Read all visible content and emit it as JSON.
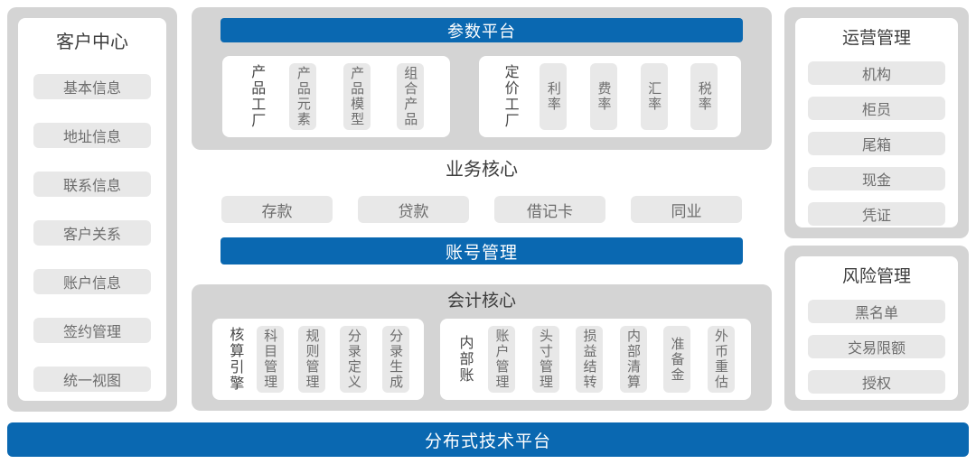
{
  "colors": {
    "accent_blue": "#0a68b1",
    "container_gray": "#d4d4d4",
    "pill_gray": "#e8e8e8"
  },
  "customer_center": {
    "title": "客户中心",
    "items": [
      "基本信息",
      "地址信息",
      "联系信息",
      "客户关系",
      "账户信息",
      "签约管理",
      "统一视图"
    ]
  },
  "param_platform": {
    "header": "参数平台",
    "product_factory": {
      "label": "产品工厂",
      "items": [
        "产品元素",
        "产品模型",
        "组合产品"
      ]
    },
    "pricing_factory": {
      "label": "定价工厂",
      "items": [
        "利率",
        "费率",
        "汇率",
        "税率"
      ]
    }
  },
  "business_core": {
    "title": "业务核心",
    "items": [
      "存款",
      "贷款",
      "借记卡",
      "同业"
    ]
  },
  "account_bar": {
    "label": "账号管理"
  },
  "accounting_core": {
    "title": "会计核心",
    "engine": {
      "label": "核算引擎",
      "items": [
        "科目管理",
        "规则管理",
        "分录定义",
        "分录生成"
      ]
    },
    "internal_ledger": {
      "label": "内部账",
      "items": [
        "账户管理",
        "头寸管理",
        "损益结转",
        "内部清算",
        "准备金",
        "外币重估"
      ]
    }
  },
  "operations": {
    "title": "运营管理",
    "items": [
      "机构",
      "柜员",
      "尾箱",
      "现金",
      "凭证"
    ]
  },
  "risk": {
    "title": "风险管理",
    "items": [
      "黑名单",
      "交易限额",
      "授权"
    ]
  },
  "bottom_bar": {
    "label": "分布式技术平台"
  }
}
